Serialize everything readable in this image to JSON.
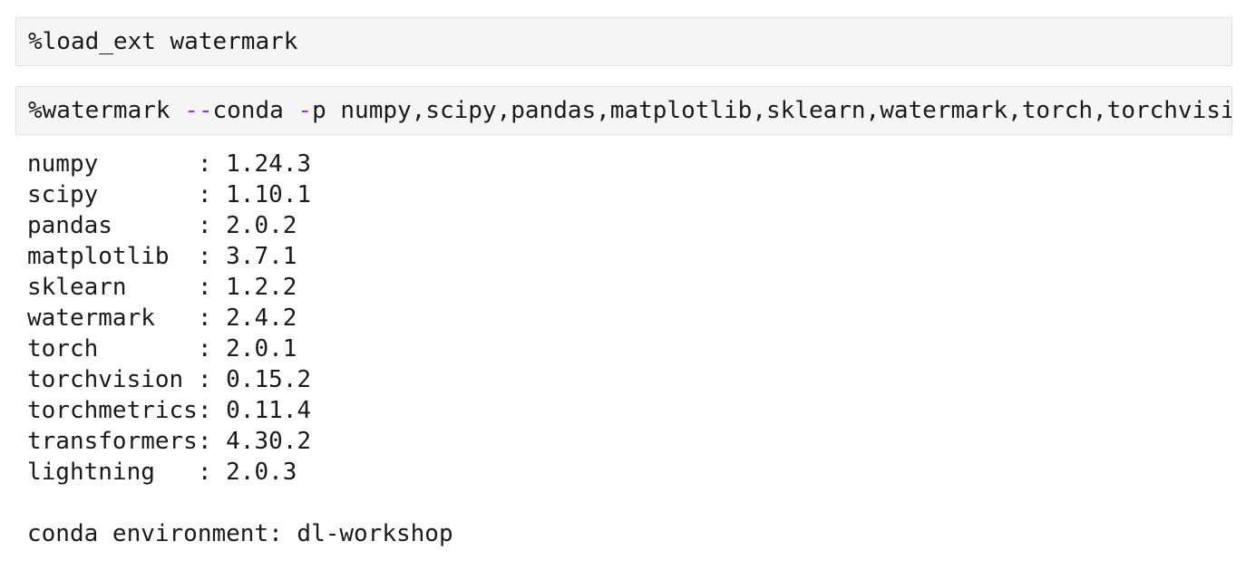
{
  "colors": {
    "cell_background": "#f5f5f5",
    "cell_border": "#e0e0e0",
    "code_text": "#1a1a1a",
    "operator": "#AA22FF"
  },
  "cell1": {
    "code": "%load_ext watermark"
  },
  "cell2": {
    "tokens": [
      {
        "text": "%watermark ",
        "type": "text"
      },
      {
        "text": "--",
        "type": "operator"
      },
      {
        "text": "conda ",
        "type": "text"
      },
      {
        "text": "-",
        "type": "operator"
      },
      {
        "text": "p",
        "type": "text"
      },
      {
        "text": " numpy,scipy,pandas,matplotlib,sklearn,watermark,torch,torchvisi",
        "type": "text"
      }
    ]
  },
  "output": {
    "packages": [
      {
        "name": "numpy",
        "version": "1.24.3"
      },
      {
        "name": "scipy",
        "version": "1.10.1"
      },
      {
        "name": "pandas",
        "version": "2.0.2"
      },
      {
        "name": "matplotlib",
        "version": "3.7.1"
      },
      {
        "name": "sklearn",
        "version": "1.2.2"
      },
      {
        "name": "watermark",
        "version": "2.4.2"
      },
      {
        "name": "torch",
        "version": "2.0.1"
      },
      {
        "name": "torchvision",
        "version": "0.15.2"
      },
      {
        "name": "torchmetrics",
        "version": "0.11.4"
      },
      {
        "name": "transformers",
        "version": "4.30.2"
      },
      {
        "name": "lightning",
        "version": "2.0.3"
      }
    ],
    "conda_environment": "dl-workshop",
    "lines": [
      "numpy       : 1.24.3",
      "scipy       : 1.10.1",
      "pandas      : 2.0.2",
      "matplotlib  : 3.7.1",
      "sklearn     : 1.2.2",
      "watermark   : 2.4.2",
      "torch       : 2.0.1",
      "torchvision : 0.15.2",
      "torchmetrics: 0.11.4",
      "transformers: 4.30.2",
      "lightning   : 2.0.3",
      "",
      "conda environment: dl-workshop"
    ]
  }
}
